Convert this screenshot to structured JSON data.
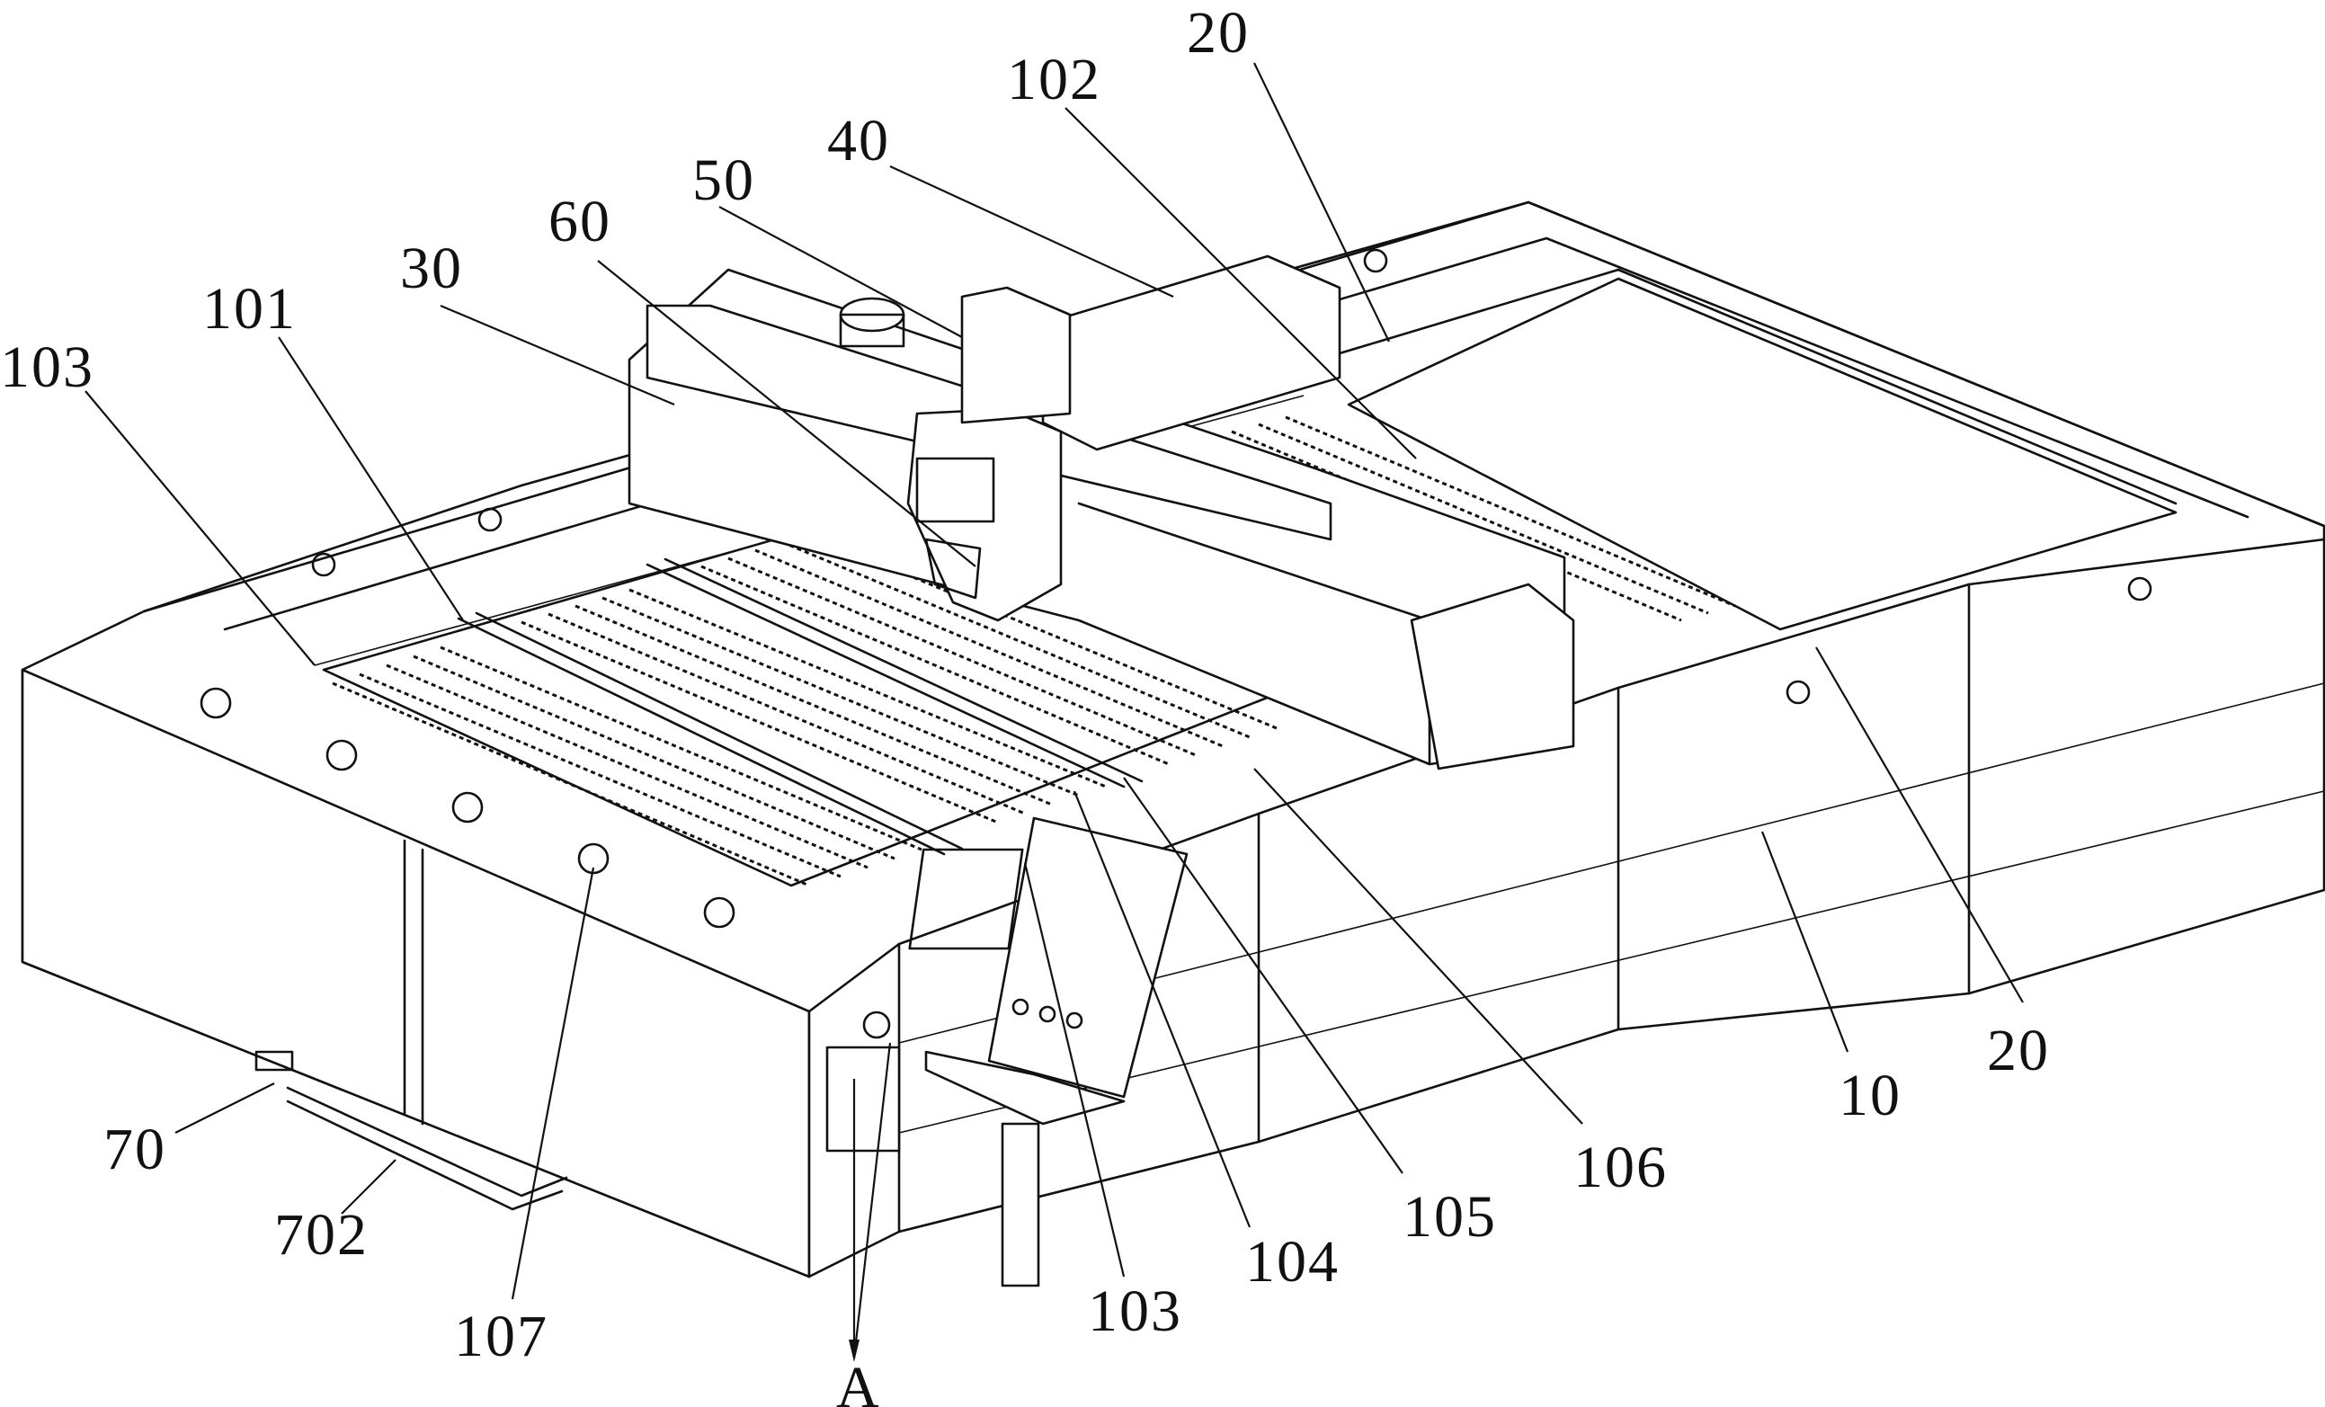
{
  "labels": {
    "l20_top": "20",
    "l102": "102",
    "l40": "40",
    "l50": "50",
    "l60": "60",
    "l30": "30",
    "l101": "101",
    "l103_left": "103",
    "l70": "70",
    "l702": "702",
    "l107": "107",
    "lA": "A",
    "l103_bottom": "103",
    "l104": "104",
    "l105": "105",
    "l106": "106",
    "l10": "10",
    "l20_right": "20"
  }
}
